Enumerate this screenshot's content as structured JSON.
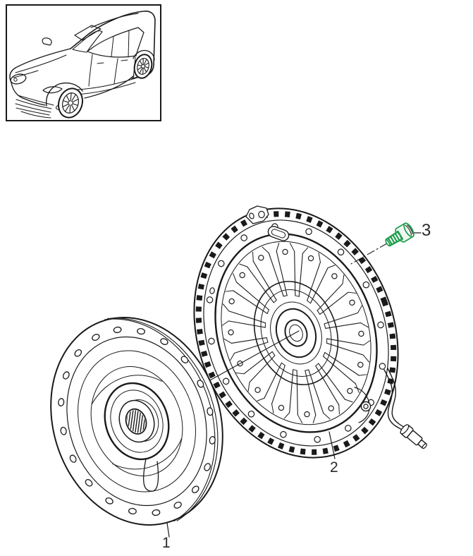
{
  "page": {
    "background": "#ffffff"
  },
  "vehicle_thumbnail": {
    "description": "Porsche Cayenne SUV line drawing, front three-quarter view"
  },
  "parts_diagram": {
    "callouts": [
      {
        "label": "1",
        "part": "clutch-disc"
      },
      {
        "label": "2",
        "part": "clutch-pressure-plate"
      },
      {
        "label": "3",
        "part": "fastening-screw",
        "highlighted": true
      }
    ]
  },
  "colors": {
    "line": "#1a1a1a",
    "highlight": "#1b9e4b",
    "highlight_fill": "#f0f7f0",
    "label_text": "#2a2a2a",
    "background": "#ffffff"
  }
}
